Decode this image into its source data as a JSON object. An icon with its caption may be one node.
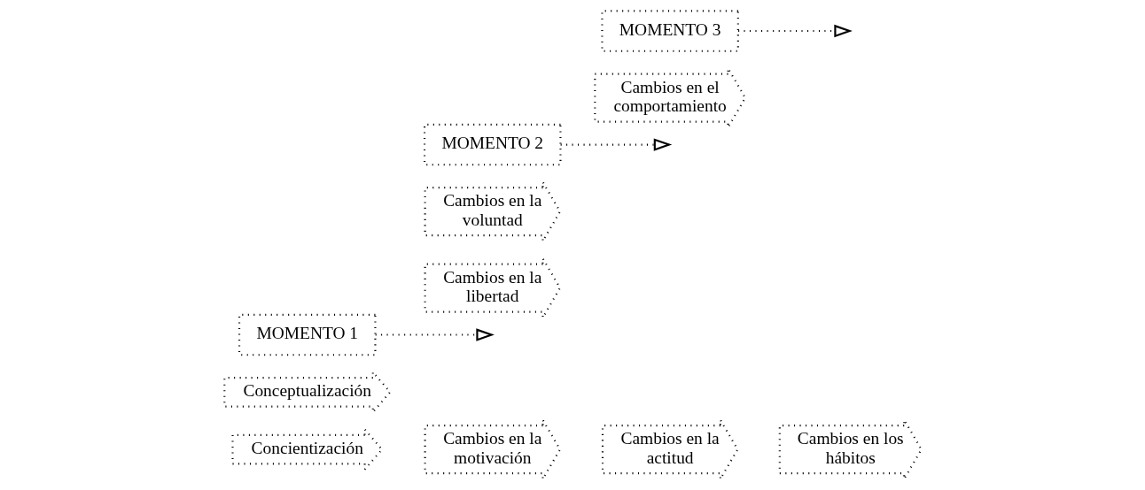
{
  "diagram": {
    "nodes": [
      {
        "text": [
          "Concientización"
        ]
      },
      {
        "text": [
          "Conceptualización"
        ]
      },
      {
        "text": [
          "MOMENTO 1"
        ]
      },
      {
        "text": [
          "Cambios en la motivación"
        ]
      },
      {
        "text": [
          "Cambios en la libertad"
        ]
      },
      {
        "text": [
          "Cambios en la voluntad"
        ]
      },
      {
        "text": [
          "MOMENTO 2"
        ]
      },
      {
        "text": [
          "Cambios en la actitud"
        ]
      },
      {
        "text": [
          "Cambios en el comportamiento"
        ]
      },
      {
        "text": [
          "Cambios en los hábitos"
        ]
      },
      {
        "text": [
          "MOMENTO 3"
        ]
      }
    ],
    "edges": [
      {
        "from": 2,
        "to": null,
        "arrow": "to"
      },
      {
        "from": 6,
        "to": null,
        "arrow": "to"
      },
      {
        "from": 10,
        "to": null,
        "arrow": "to"
      }
    ]
  }
}
